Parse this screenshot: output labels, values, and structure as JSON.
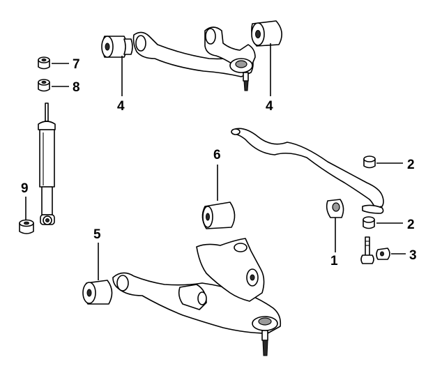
{
  "callouts": {
    "c1": "1",
    "c2a": "2",
    "c2b": "2",
    "c3": "3",
    "c4a": "4",
    "c4b": "4",
    "c5": "5",
    "c6": "6",
    "c7": "7",
    "c8": "8",
    "c9": "9"
  },
  "colors": {
    "line": "#000000",
    "shade": "#9a9a9a",
    "background": "#ffffff"
  }
}
